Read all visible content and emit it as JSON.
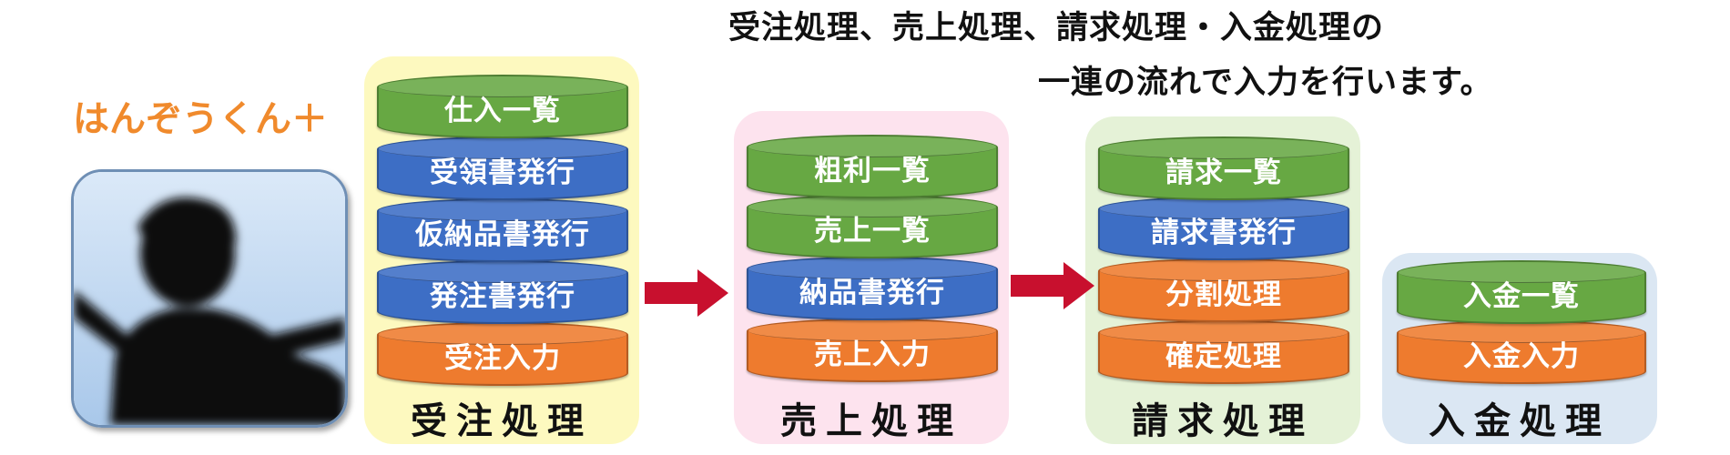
{
  "headline": {
    "line1": "受注処理、売上処理、請求処理・入金処理の",
    "line2": "一連の流れで入力を行います。"
  },
  "brand": {
    "name": "はんぞうくん＋",
    "color": "#f08a2c"
  },
  "colors": {
    "green": "#67a843",
    "blue": "#3d6ec5",
    "orange": "#ee7b2e"
  },
  "stages": [
    {
      "title": "受注処理",
      "panel_color": "#fdf9bf",
      "items": [
        {
          "label": "仕入一覧",
          "color": "green"
        },
        {
          "label": "受領書発行",
          "color": "blue"
        },
        {
          "label": "仮納品書発行",
          "color": "blue"
        },
        {
          "label": "発注書発行",
          "color": "blue"
        },
        {
          "label": "受注入力",
          "color": "orange"
        }
      ]
    },
    {
      "title": "売上処理",
      "panel_color": "#fde3ee",
      "items": [
        {
          "label": "粗利一覧",
          "color": "green"
        },
        {
          "label": "売上一覧",
          "color": "green"
        },
        {
          "label": "納品書発行",
          "color": "blue"
        },
        {
          "label": "売上入力",
          "color": "orange"
        }
      ]
    },
    {
      "title": "請求処理",
      "panel_color": "#e5f2d7",
      "items": [
        {
          "label": "請求一覧",
          "color": "green"
        },
        {
          "label": "請求書発行",
          "color": "blue"
        },
        {
          "label": "分割処理",
          "color": "orange"
        },
        {
          "label": "確定処理",
          "color": "orange"
        }
      ]
    },
    {
      "title": "入金処理",
      "panel_color": "#dbe7f3",
      "items": [
        {
          "label": "入金一覧",
          "color": "green"
        },
        {
          "label": "入金入力",
          "color": "orange"
        }
      ]
    }
  ]
}
